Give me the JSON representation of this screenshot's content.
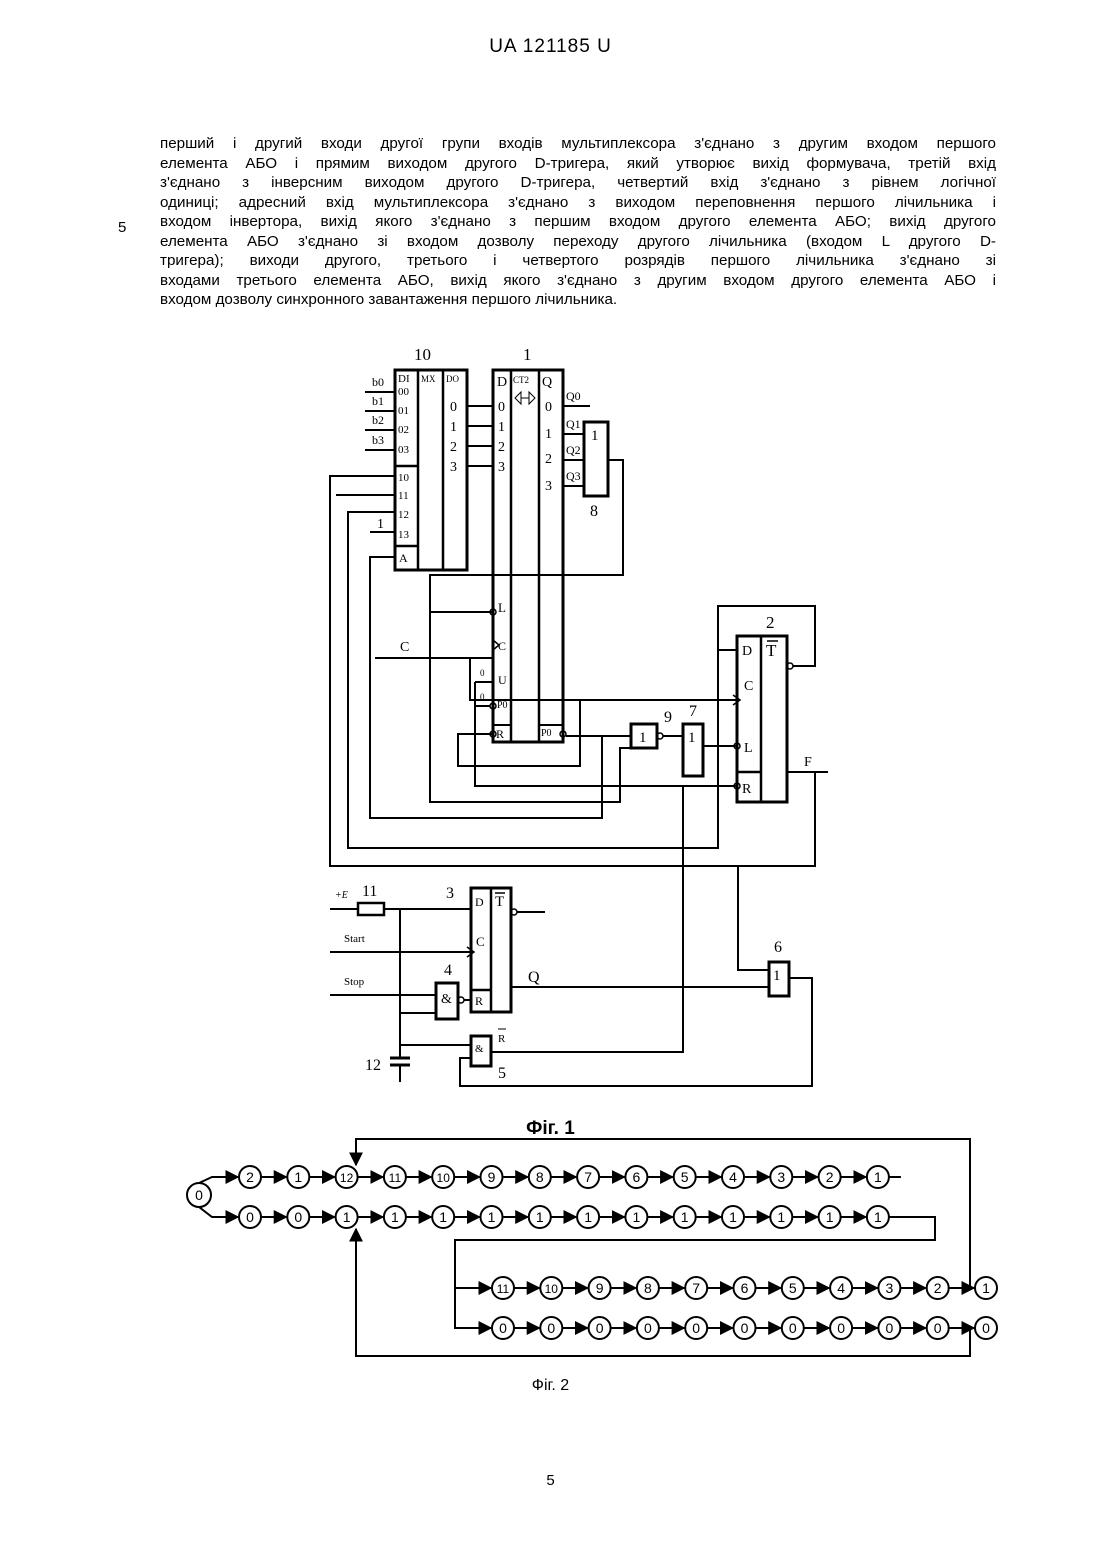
{
  "header": "UA   121185   U",
  "line_number": "5",
  "paragraph_lines": [
    "перший і другий входи другої групи входів мультиплексора з'єднано з другим входом першого",
    "елемента АБО і прямим виходом другого D-тригера, який утворює вихід формувача, третій вхід",
    "з'єднано з інверсним виходом другого D-тригера, четвертий вхід з'єднано з рівнем логічної",
    "одиниці; адресний вхід мультиплексора з'єднано з виходом переповнення першого лічильника і",
    "входом інвертора, вихід якого з'єднано з першим входом другого елемента АБО; вихід другого",
    "елемента АБО з'єднано зі входом дозволу переходу другого лічильника (входом L другого D-",
    "тригера); виходи другого, третього і четвертого розрядів першого лічильника з'єднано зі",
    "входами третього елемента АБО, вихід якого з'єднано з другим входом другого елемента АБО і",
    "входом дозволу синхронного завантаження першого лічильника."
  ],
  "fig1": {
    "caption": "Фіг. 1",
    "mux": {
      "id": "10",
      "left_inputs": [
        "DI",
        "00",
        "01",
        "02",
        "03",
        "10",
        "11",
        "12",
        "13",
        "A"
      ],
      "mid": "MX",
      "right_header": "DO",
      "outputs": [
        "0",
        "1",
        "2",
        "3"
      ],
      "data_labels": [
        "b0",
        "b1",
        "b2",
        "b3"
      ],
      "one_label": "1"
    },
    "counter": {
      "id": "1",
      "header_in": "D",
      "header_mid": "CT2",
      "header_out": "Q",
      "inputs": [
        "0",
        "1",
        "2",
        "3"
      ],
      "outputs": [
        "0",
        "1",
        "2",
        "3"
      ],
      "ctrl": [
        "L",
        "C",
        "U",
        "P0",
        "R"
      ],
      "carry": "P0",
      "zero1": "0",
      "zero2": "0",
      "q_labels": [
        "Q0",
        "Q1",
        "Q2",
        "Q3"
      ]
    },
    "or8": {
      "id": "8",
      "sym": "1"
    },
    "inv9": {
      "id": "9",
      "sym": "1"
    },
    "or7": {
      "id": "7",
      "sym": "1"
    },
    "dff2": {
      "id": "2",
      "pins": [
        "D",
        "C",
        "L",
        "R"
      ],
      "out": "T"
    },
    "clock_label": "C",
    "output_label": "F",
    "res11": {
      "id": "11",
      "supply": "+E"
    },
    "dff3": {
      "id": "3",
      "pins": [
        "D",
        "C",
        "R"
      ],
      "out": "T"
    },
    "and4": {
      "id": "4",
      "sym": "&"
    },
    "and5": {
      "id": "5",
      "sym": "&",
      "out_label": "R"
    },
    "or6": {
      "id": "6",
      "sym": "1"
    },
    "cap12": {
      "id": "12"
    },
    "start_label": "Start",
    "stop_label": "Stop",
    "q_label": "Q"
  },
  "fig2": {
    "caption": "Фіг. 2",
    "start": "0",
    "row1": [
      "2",
      "1",
      "12",
      "11",
      "10",
      "9",
      "8",
      "7",
      "6",
      "5",
      "4",
      "3",
      "2",
      "1"
    ],
    "row2": [
      "0",
      "0",
      "1",
      "1",
      "1",
      "1",
      "1",
      "1",
      "1",
      "1",
      "1",
      "1",
      "1",
      "1"
    ],
    "row3": [
      "11",
      "10",
      "9",
      "8",
      "7",
      "6",
      "5",
      "4",
      "3",
      "2",
      "1"
    ],
    "row4": [
      "0",
      "0",
      "0",
      "0",
      "0",
      "0",
      "0",
      "0",
      "0",
      "0",
      "0"
    ]
  },
  "page_number": "5"
}
